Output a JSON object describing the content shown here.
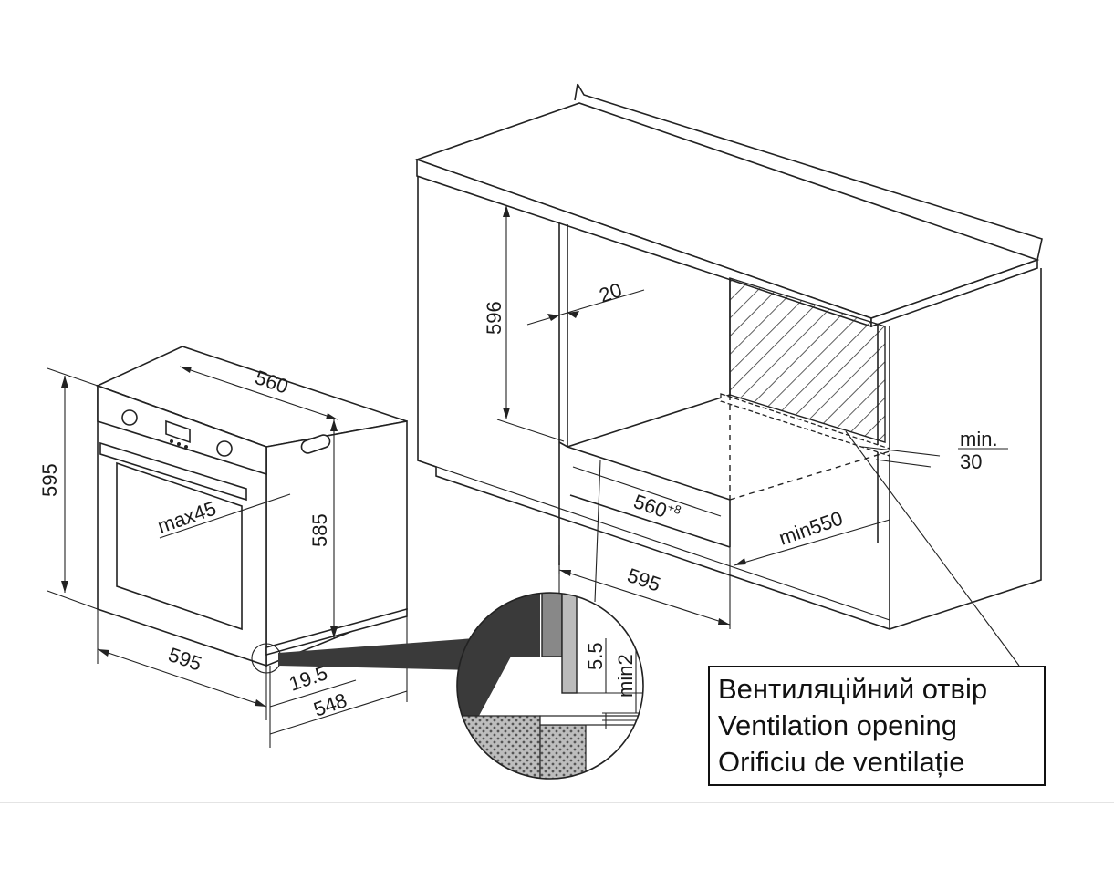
{
  "dimensions": {
    "oven_height": "595",
    "oven_width": "595",
    "oven_top_depth": "560",
    "oven_side_height": "585",
    "handle_max": "max45",
    "panel_offset": "19.5",
    "oven_depth": "548",
    "niche_height": "596",
    "side_gap": "20",
    "niche_width": "560",
    "niche_width_tolerance": "+8",
    "min_depth": "min550",
    "cabinet_width": "595",
    "detail_gap": "5.5",
    "detail_min": "min2",
    "rear_min_label": "min.",
    "rear_min_value": "30"
  },
  "legend": {
    "line_uk": "Вентиляційний отвір",
    "line_en": "Ventilation opening",
    "line_ro": "Orificiu de ventilație"
  },
  "colors": {
    "line": "#222222",
    "detail_fill": "#3a3a3a",
    "hatch": "#333333"
  }
}
